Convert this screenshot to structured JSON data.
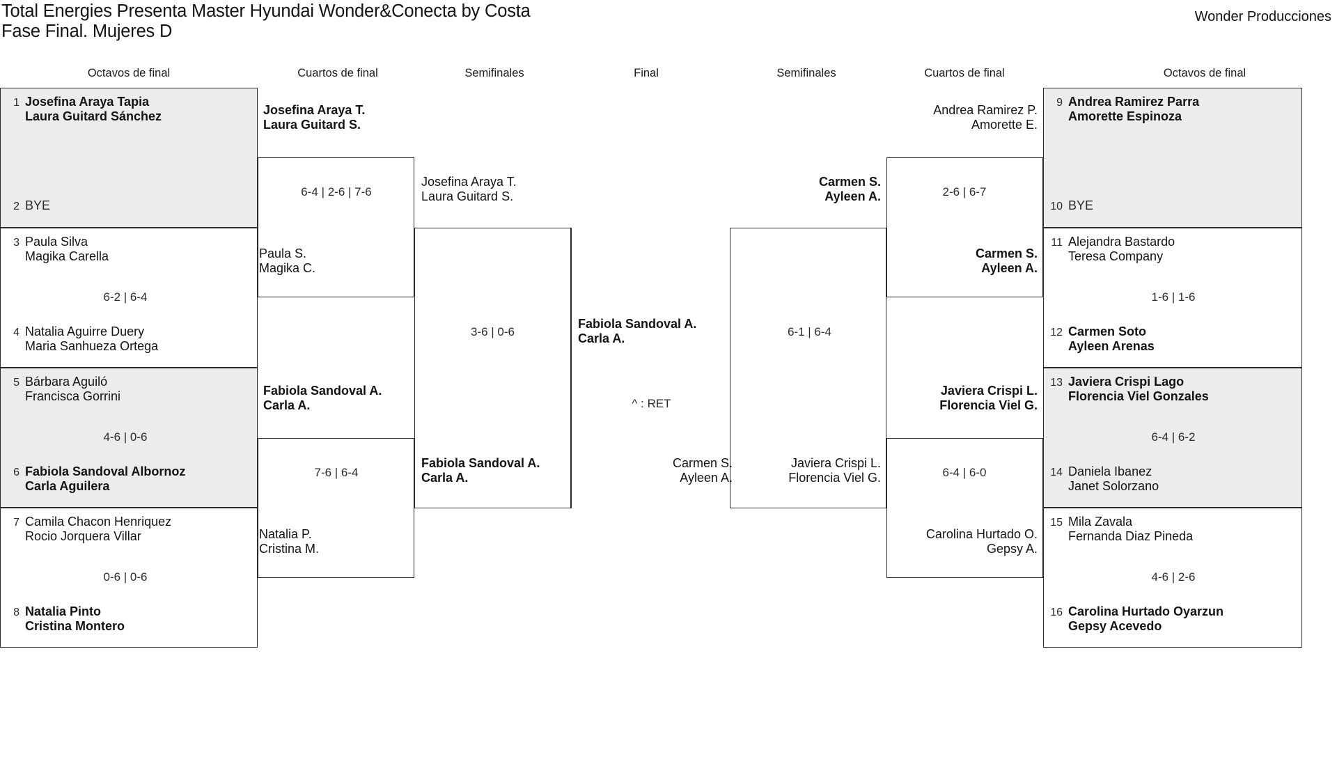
{
  "header": {
    "title": "Total Energies Presenta Master Hyundai Wonder&Conecta by Costa\nFase Final. Mujeres D",
    "brand": "Wonder Producciones"
  },
  "round_labels": {
    "left_r16": "Octavos de final",
    "left_qf": "Cuartos de final",
    "left_sf": "Semifinales",
    "final": "Final",
    "right_sf": "Semifinales",
    "right_qf": "Cuartos de final",
    "right_r16": "Octavos de final"
  },
  "left_seeds": [
    {
      "num": "1",
      "names": "Josefina Araya Tapia\nLaura Guitard Sánchez",
      "winner": true,
      "bye": false
    },
    {
      "num": "2",
      "names": "BYE",
      "winner": false,
      "bye": true
    },
    {
      "num": "3",
      "names": "Paula Silva\nMagika Carella",
      "winner": false,
      "bye": false
    },
    {
      "num": "4",
      "names": "Natalia Aguirre Duery\nMaria Sanhueza Ortega",
      "winner": false,
      "bye": false
    },
    {
      "num": "5",
      "names": "Bárbara Aguiló\nFrancisca Gorrini",
      "winner": false,
      "bye": false
    },
    {
      "num": "6",
      "names": "Fabiola Sandoval Albornoz\nCarla Aguilera",
      "winner": true,
      "bye": false
    },
    {
      "num": "7",
      "names": "Camila Chacon Henriquez\nRocio Jorquera Villar",
      "winner": false,
      "bye": false
    },
    {
      "num": "8",
      "names": "Natalia Pinto\nCristina Montero",
      "winner": true,
      "bye": false
    }
  ],
  "right_seeds": [
    {
      "num": "9",
      "names": "Andrea Ramirez Parra\nAmorette Espinoza",
      "winner": true,
      "bye": false
    },
    {
      "num": "10",
      "names": "BYE",
      "winner": false,
      "bye": true
    },
    {
      "num": "11",
      "names": "Alejandra Bastardo\nTeresa Company",
      "winner": false,
      "bye": false
    },
    {
      "num": "12",
      "names": "Carmen Soto\nAyleen Arenas",
      "winner": true,
      "bye": false
    },
    {
      "num": "13",
      "names": "Javiera Crispi Lago\nFlorencia Viel Gonzales",
      "winner": true,
      "bye": false
    },
    {
      "num": "14",
      "names": "Daniela Ibanez\nJanet Solorzano",
      "winner": false,
      "bye": false
    },
    {
      "num": "15",
      "names": "Mila Zavala\nFernanda Diaz Pineda",
      "winner": false,
      "bye": false
    },
    {
      "num": "16",
      "names": "Carolina Hurtado Oyarzun\nGepsy Acevedo",
      "winner": true,
      "bye": false
    }
  ],
  "left_r16_scores": {
    "m1": "",
    "m2": "6-2 | 6-4",
    "m3": "4-6 | 0-6",
    "m4": "0-6 | 0-6"
  },
  "left_qf": {
    "m1_top": "Josefina Araya T.\nLaura Guitard S.",
    "m1_bottom": "Paula S.\nMagika C.",
    "m1_score": "6-4 | 2-6 | 7-6",
    "m2_top": "Fabiola Sandoval A.\nCarla A.",
    "m2_bottom": "Natalia P.\nCristina M.",
    "m2_score": "7-6 | 6-4"
  },
  "left_sf": {
    "top": "Josefina Araya T.\nLaura Guitard S.",
    "bottom": "Fabiola Sandoval A.\nCarla A.",
    "score": "3-6 | 0-6"
  },
  "final": {
    "top": "Fabiola Sandoval A.\nCarla A.",
    "bottom": "Carmen S.\nAyleen A.",
    "score": "^ : RET"
  },
  "right_sf": {
    "top": "Carmen S.\nAyleen A.",
    "bottom": "Javiera Crispi L.\nFlorencia Viel G.",
    "score": "6-1 | 6-4"
  },
  "right_qf": {
    "m1_top": "Andrea Ramirez P.\nAmorette E.",
    "m1_bottom": "Carmen S.\nAyleen A.",
    "m1_score": "2-6 | 6-7",
    "m2_top": "Javiera Crispi L.\nFlorencia Viel G.",
    "m2_bottom": "Carolina Hurtado O.\nGepsy A.",
    "m2_score": "6-4 | 6-0"
  },
  "right_r16_scores": {
    "m1": "",
    "m2": "1-6 | 1-6",
    "m3": "6-4 | 6-2",
    "m4": "4-6 | 2-6"
  },
  "colors": {
    "shade": "#ececec",
    "line": "#2b2b2b",
    "text": "#141414"
  }
}
